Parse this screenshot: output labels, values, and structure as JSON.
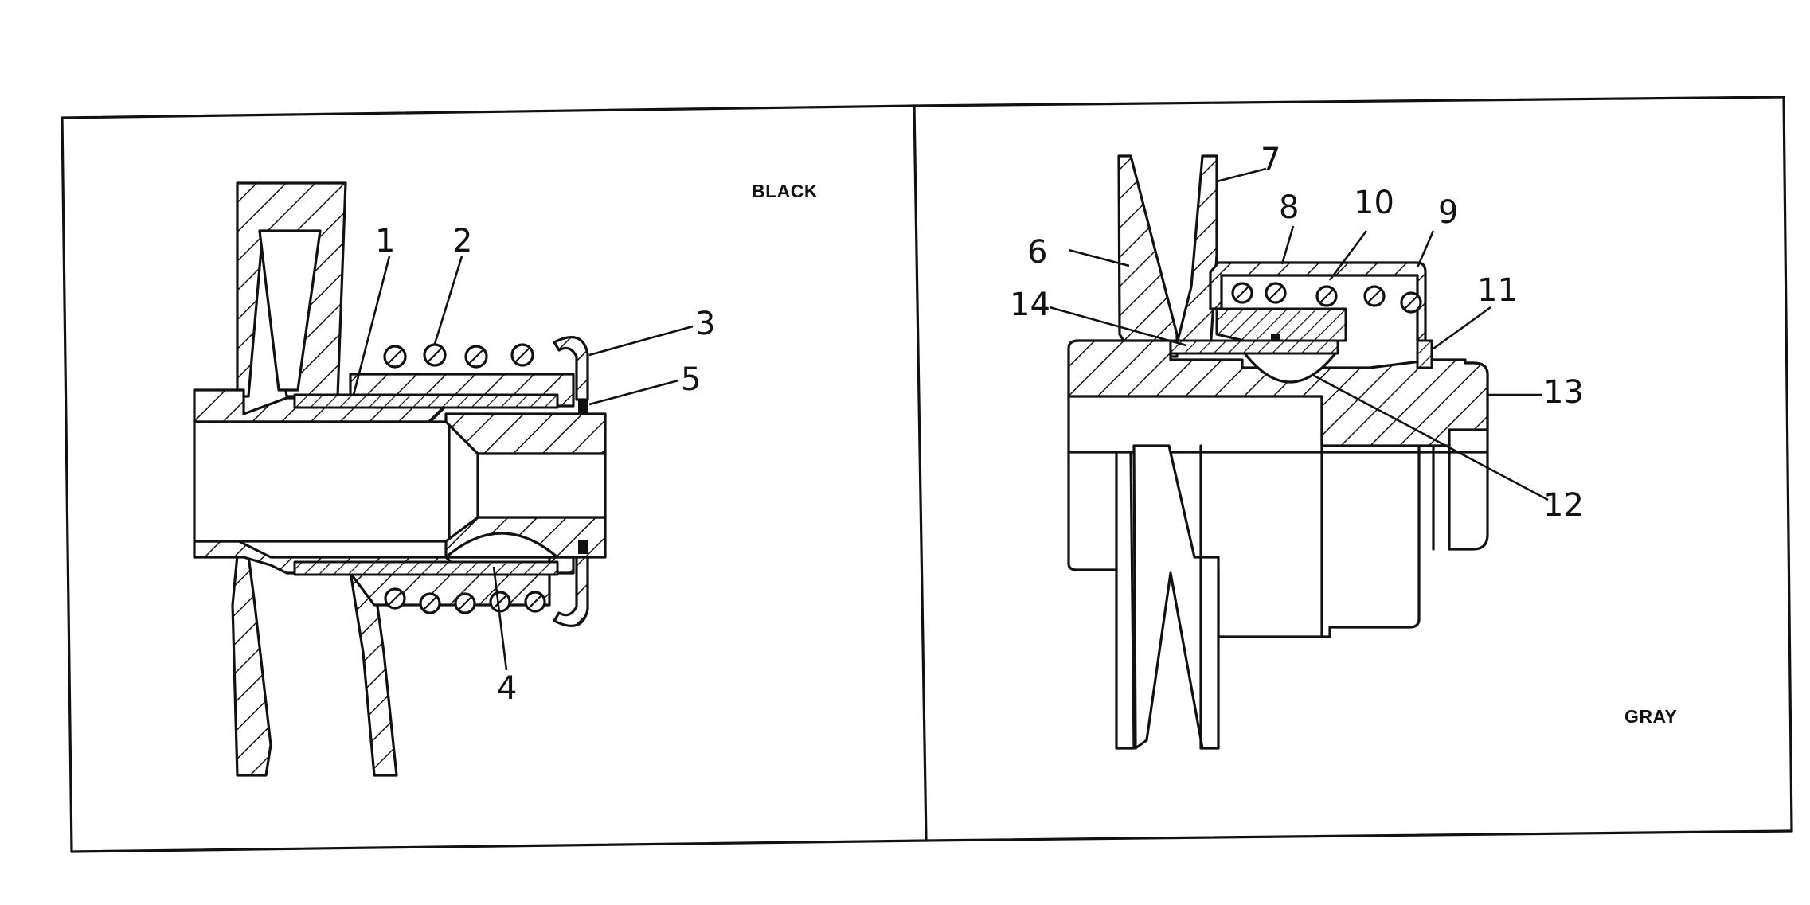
{
  "panels": {
    "left": {
      "label": "BLACK",
      "callouts": [
        "1",
        "2",
        "3",
        "4",
        "5"
      ]
    },
    "right": {
      "label": "GRAY",
      "callouts": [
        "6",
        "7",
        "8",
        "9",
        "10",
        "11",
        "12",
        "13",
        "14"
      ]
    }
  }
}
